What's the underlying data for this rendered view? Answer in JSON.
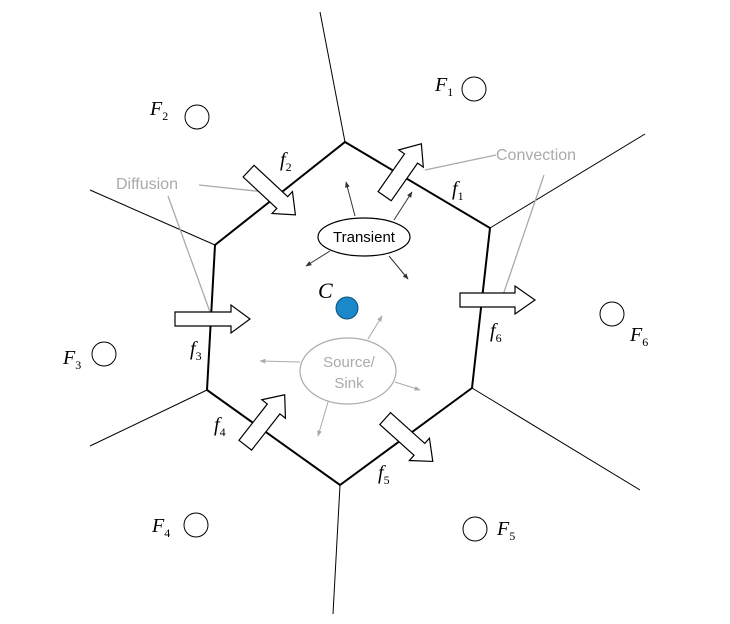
{
  "colors": {
    "line": "#000000",
    "gray": "#aaaaaa",
    "centroid": "#1a88c9",
    "arrow_fill": "#ffffff"
  },
  "labels": {
    "diffusion": "Diffusion",
    "convection": "Convection",
    "transient": "Transient",
    "source_line1": "Source/",
    "source_line2": "Sink",
    "centroid": "C"
  },
  "faces": [
    {
      "id": "f1",
      "letter": "f",
      "sub": "1"
    },
    {
      "id": "f2",
      "letter": "f",
      "sub": "2"
    },
    {
      "id": "f3",
      "letter": "f",
      "sub": "3"
    },
    {
      "id": "f4",
      "letter": "f",
      "sub": "4"
    },
    {
      "id": "f5",
      "letter": "f",
      "sub": "5"
    },
    {
      "id": "f6",
      "letter": "f",
      "sub": "6"
    }
  ],
  "neighbors": [
    {
      "id": "F1",
      "letter": "F",
      "sub": "1"
    },
    {
      "id": "F2",
      "letter": "F",
      "sub": "2"
    },
    {
      "id": "F3",
      "letter": "F",
      "sub": "3"
    },
    {
      "id": "F4",
      "letter": "F",
      "sub": "4"
    },
    {
      "id": "F5",
      "letter": "F",
      "sub": "5"
    },
    {
      "id": "F6",
      "letter": "F",
      "sub": "6"
    }
  ]
}
